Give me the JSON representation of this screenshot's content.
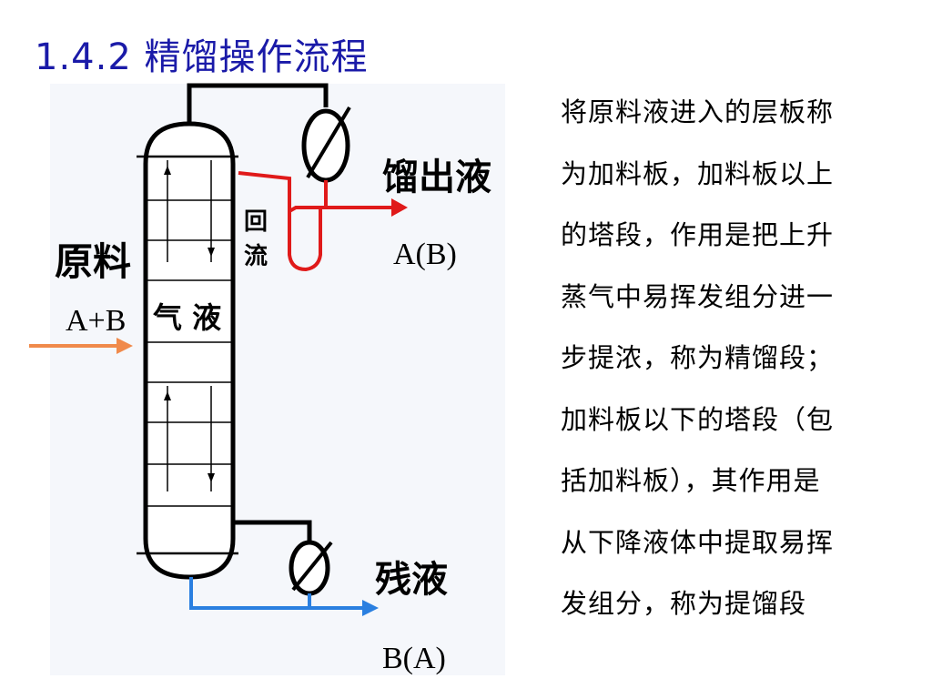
{
  "slide": {
    "title": "1.4.2 精馏操作流程"
  },
  "diagram": {
    "labels": {
      "feed": "原料",
      "feed_components": "A+B",
      "phases": "气 液",
      "reflux": "回流",
      "distillate": "馏出液",
      "distillate_components": "A(B)",
      "residue": "残液",
      "residue_components": "B(A)"
    },
    "colors": {
      "feed_line": "#f08a4b",
      "reflux_line": "#e01a1a",
      "residue_line": "#2a7fe0",
      "equipment": "#000000"
    }
  },
  "description": {
    "lines": [
      "将原料液进入的层板称",
      "为加料板，加料板以上",
      "的塔段，作用是把上升",
      "蒸气中易挥发组分进一",
      "步提浓，称为精馏段；",
      "加料板以下的塔段（包",
      "括加料板），其作用是",
      "从下降液体中提取易挥",
      "发组分，称为提馏段"
    ]
  }
}
